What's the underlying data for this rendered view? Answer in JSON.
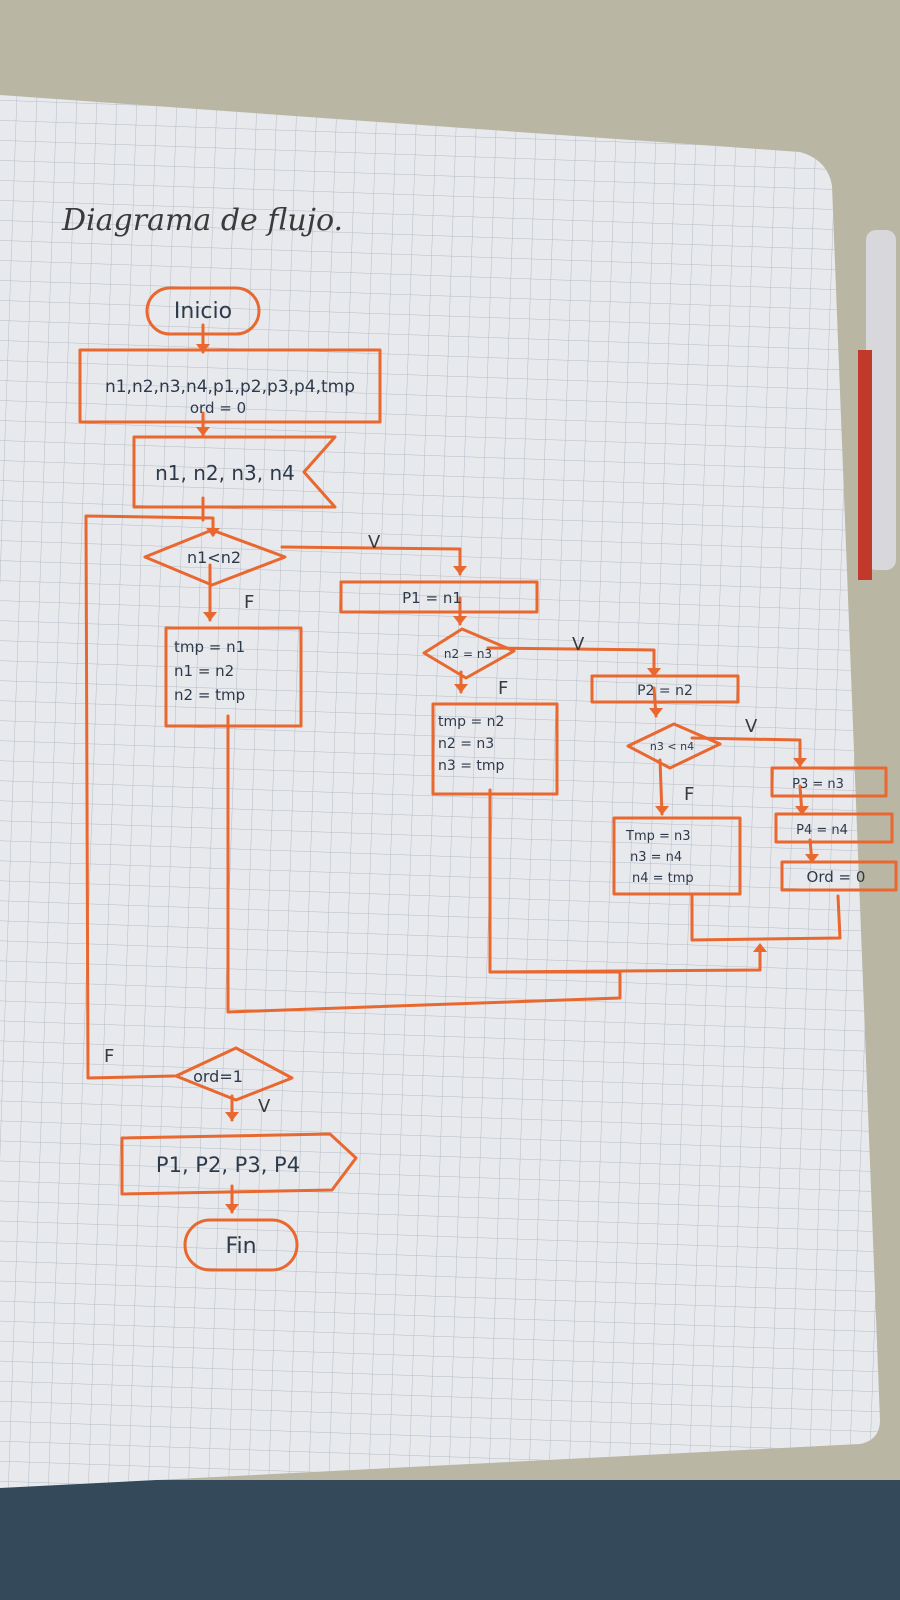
{
  "title": "Diagrama de flujo.",
  "colors": {
    "ink": "#e8682f",
    "pencil": "#3a3a3a",
    "paper": "#eceef2",
    "grid": "#a9b0bc",
    "background": "#b9b6a4"
  },
  "nodes": {
    "start": "Inicio",
    "declare_line1": "n1,n2,n3,n4,p1,p2,p3,p4,tmp",
    "declare_line2": "ord = 0",
    "input": "n1, n2, n3, n4",
    "cond_n1_n2": "n1<n2",
    "swap1_l1": "tmp = n1",
    "swap1_l2": "n1 = n2",
    "swap1_l3": "n2 = tmp",
    "assign_p1": "P1 = n1",
    "cond_n2_n3": "n2 = n3",
    "swap2_l1": "tmp = n2",
    "swap2_l2": "n2 = n3",
    "swap2_l3": "n3 = tmp",
    "assign_p2": "P2 = n2",
    "cond_n3_n4": "n3 < n4",
    "swap3_l1": "Tmp = n3",
    "swap3_l2": "n3 = n4",
    "swap3_l3": "n4 = tmp",
    "assign_p3": "P3 = n3",
    "assign_p4": "P4 = n4",
    "assign_ord": "Ord = 0",
    "cond_ord": "ord=1",
    "output": "P1, P2, P3, P4",
    "end": "Fin"
  },
  "labels": {
    "v1": "V",
    "f1": "F",
    "v2": "V",
    "f2": "F",
    "v3": "V",
    "f3": "F",
    "f_loop": "F",
    "v_out": "V"
  }
}
